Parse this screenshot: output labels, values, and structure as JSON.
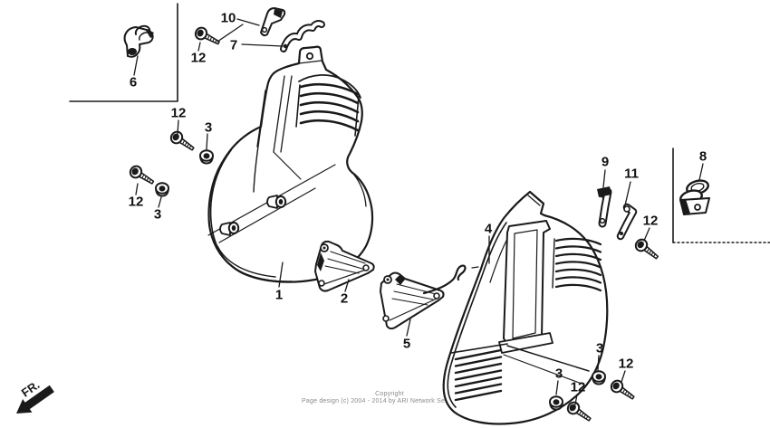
{
  "diagram": {
    "orientation_label": "FR.",
    "copyright": {
      "line1": "Copyright",
      "line2": "Page design (c) 2004 - 2014 by ARI Network Services, Inc."
    },
    "colors": {
      "line": "#1a1a1a",
      "background": "#ffffff",
      "label_text": "#111111",
      "copyright_text": "#8a8a8a"
    },
    "callouts": [
      {
        "label": "6"
      },
      {
        "label": "12"
      },
      {
        "label": "10"
      },
      {
        "label": "7"
      },
      {
        "label": "12"
      },
      {
        "label": "3"
      },
      {
        "label": "12"
      },
      {
        "label": "3"
      },
      {
        "label": "1"
      },
      {
        "label": "2"
      },
      {
        "label": "5"
      },
      {
        "label": "4"
      },
      {
        "label": "9"
      },
      {
        "label": "11"
      },
      {
        "label": "12"
      },
      {
        "label": "8"
      },
      {
        "label": "3"
      },
      {
        "label": "12"
      },
      {
        "label": "3"
      },
      {
        "label": "12"
      }
    ]
  }
}
